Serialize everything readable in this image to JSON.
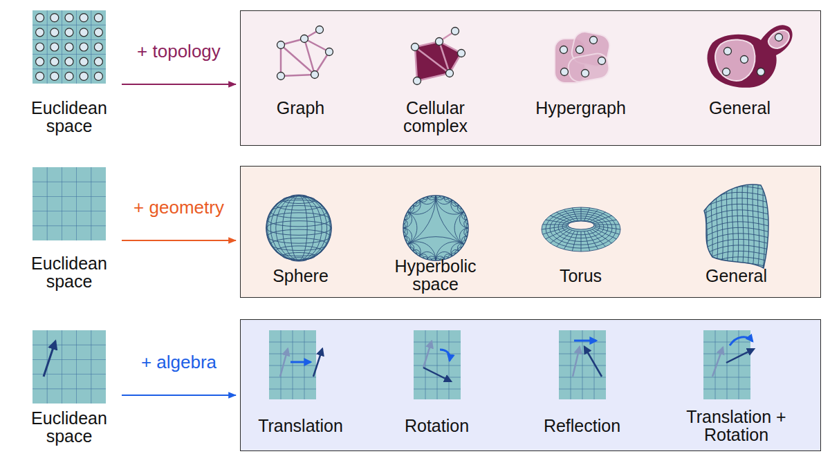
{
  "diagram": {
    "nodes": [
      {
        "text": [
          "Euclidean space"
        ]
      },
      {
        "text": []
      },
      {
        "text": [
          "Graph"
        ],
        "in": 1
      },
      {
        "text": [
          "Cellular complex"
        ],
        "in": 1
      },
      {
        "text": [
          "Hypergraph"
        ],
        "in": 1
      },
      {
        "text": [
          "General"
        ],
        "in": 1
      },
      {
        "text": [
          "Euclidean space"
        ]
      },
      {
        "text": []
      },
      {
        "text": [
          "Sphere"
        ],
        "in": 7
      },
      {
        "text": [
          "Hyperbolic space"
        ],
        "in": 7
      },
      {
        "text": [
          "Torus"
        ],
        "in": 7
      },
      {
        "text": [
          "General"
        ],
        "in": 7
      },
      {
        "text": [
          "Euclidean space"
        ]
      },
      {
        "text": []
      },
      {
        "text": [
          "Translation"
        ],
        "in": 13
      },
      {
        "text": [
          "Rotation"
        ],
        "in": 13
      },
      {
        "text": [
          "Reflection"
        ],
        "in": 13
      },
      {
        "text": [
          "Translation + Rotation"
        ],
        "in": 13
      }
    ],
    "edges": [
      {
        "from": 0,
        "to": 1,
        "arrow": "to",
        "label": "+ topology"
      },
      {
        "from": 6,
        "to": 7,
        "arrow": "to",
        "label": "+ geometry"
      },
      {
        "from": 12,
        "to": 13,
        "arrow": "to",
        "label": "+ algebra"
      }
    ]
  }
}
